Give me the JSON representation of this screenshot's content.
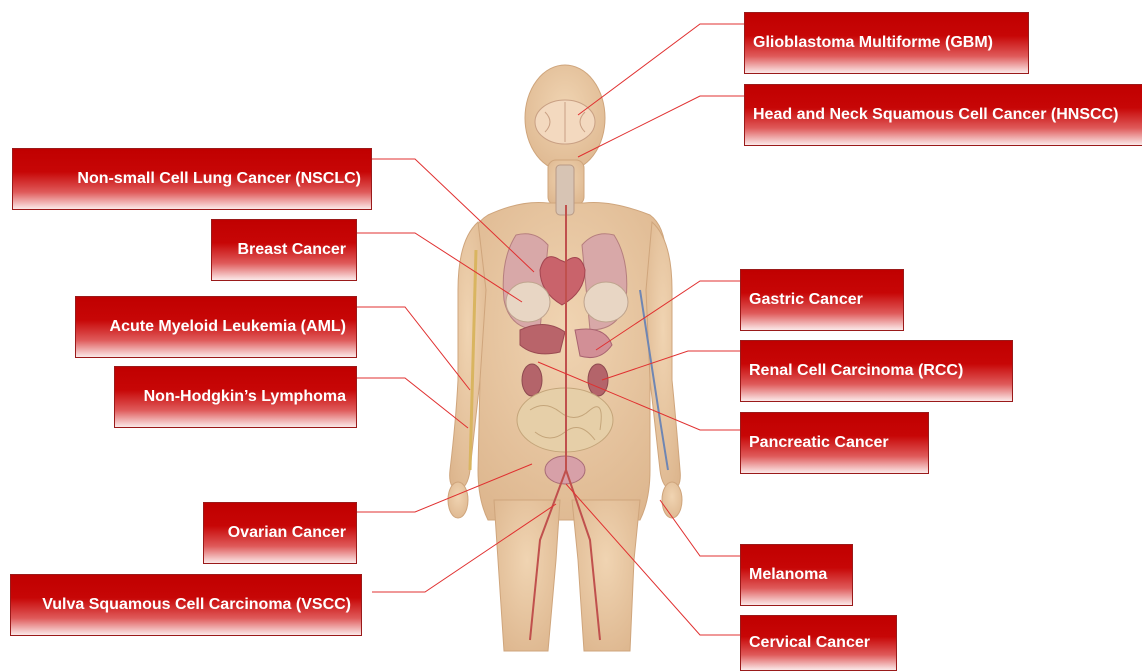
{
  "labels": {
    "gbm": "Glioblastoma Multiforme (GBM)",
    "hnscc": "Head and Neck Squamous Cell Cancer (HNSCC)",
    "nsclc": "Non-small Cell Lung Cancer (NSCLC)",
    "breast": "Breast Cancer",
    "aml": "Acute Myeloid Leukemia (AML)",
    "nhl": "Non-Hodgkin’s Lymphoma",
    "gastric": "Gastric Cancer",
    "rcc": "Renal Cell Carcinoma (RCC)",
    "pancreatic": "Pancreatic Cancer",
    "ovarian": "Ovarian Cancer",
    "vscc": "Vulva Squamous Cell Carcinoma (VSCC)",
    "melanoma": "Melanoma",
    "cervical": "Cervical Cancer"
  },
  "colors": {
    "label_red": "#c00000",
    "leader_line": "#e03030",
    "skin": "#e9c9a3",
    "organ": "#d9a0a0"
  }
}
